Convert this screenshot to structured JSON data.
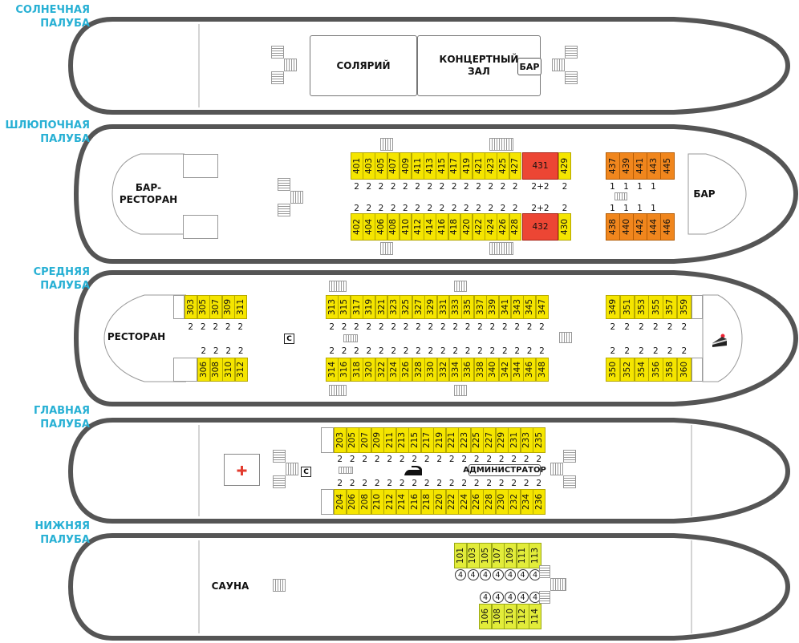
{
  "decks": {
    "sun": {
      "label": [
        "СОЛНЕЧНАЯ",
        "ПАЛУБА"
      ],
      "rooms": {
        "solarium": "СОЛЯРИЙ",
        "concert": "КОНЦЕРТНЫЙ\nЗАЛ",
        "bar": "БАР"
      }
    },
    "boat": {
      "label": [
        "ШЛЮПОЧНАЯ",
        "ПАЛУБА"
      ],
      "rooms": {
        "bar_restaurant": "БАР-\nРЕСТОРАН",
        "bar": "БАР"
      },
      "top_cabins": [
        "401",
        "403",
        "405",
        "407",
        "409",
        "411",
        "413",
        "415",
        "417",
        "419",
        "421",
        "423",
        "425",
        "427"
      ],
      "bottom_cabins": [
        "402",
        "404",
        "406",
        "408",
        "410",
        "412",
        "414",
        "416",
        "418",
        "420",
        "422",
        "424",
        "426",
        "428"
      ],
      "suite_top": "431",
      "suite_bottom": "432",
      "end_top": "429",
      "end_bottom": "430",
      "aft_top": [
        "437",
        "439",
        "441",
        "443",
        "445"
      ],
      "aft_bottom": [
        "438",
        "440",
        "442",
        "444",
        "446"
      ],
      "berth_standard": "2",
      "berth_suite": "2+2",
      "berth_aft": "1"
    },
    "middle": {
      "label": [
        "СРЕДНЯЯ",
        "ПАЛУБА"
      ],
      "rooms": {
        "restaurant": "РЕСТОРАН"
      },
      "bow_top": [
        "303",
        "305",
        "307",
        "309",
        "311"
      ],
      "bow_bottom": [
        "306",
        "308",
        "310",
        "312"
      ],
      "mid_top": [
        "313",
        "315",
        "317",
        "319",
        "321",
        "323",
        "325",
        "327",
        "329",
        "331",
        "333",
        "335",
        "337",
        "339",
        "341",
        "343",
        "345",
        "347"
      ],
      "mid_bottom": [
        "314",
        "316",
        "318",
        "320",
        "322",
        "324",
        "326",
        "328",
        "330",
        "332",
        "334",
        "336",
        "338",
        "340",
        "342",
        "344",
        "346",
        "348"
      ],
      "aft_top": [
        "349",
        "351",
        "353",
        "355",
        "357",
        "359"
      ],
      "aft_bottom": [
        "350",
        "352",
        "354",
        "356",
        "358",
        "360"
      ],
      "berth": "2",
      "cafe_icon": "cake-icon"
    },
    "main": {
      "label": [
        "ГЛАВНАЯ",
        "ПАЛУБА"
      ],
      "top_cabins": [
        "203",
        "205",
        "207",
        "209",
        "211",
        "213",
        "215",
        "217",
        "219",
        "221",
        "223",
        "225",
        "227",
        "229",
        "231",
        "233",
        "235"
      ],
      "bottom_cabins": [
        "204",
        "206",
        "208",
        "210",
        "212",
        "214",
        "216",
        "218",
        "220",
        "222",
        "224",
        "226",
        "228",
        "230",
        "232",
        "234",
        "236"
      ],
      "berth": "2",
      "admin": "АДМИНИСТРАТОР",
      "medical_icon": "red-cross-icon",
      "iron_icon": "iron-icon"
    },
    "lower": {
      "label": [
        "НИЖНЯЯ",
        "ПАЛУБА"
      ],
      "rooms": {
        "sauna": "САУНА"
      },
      "top_cabins": [
        "101",
        "103",
        "105",
        "107",
        "109",
        "111",
        "113"
      ],
      "bottom_cabins": [
        "106",
        "108",
        "110",
        "112",
        "114"
      ],
      "berth": "4"
    }
  },
  "markers": {
    "c": "С"
  },
  "colors": {
    "label": "#27b0d4",
    "cabin": "#f5e500",
    "cabin_lime": "#e2ec3a",
    "cabin_orange": "#f0861d",
    "cabin_suite": "#ec4634",
    "hull": "#555555"
  }
}
